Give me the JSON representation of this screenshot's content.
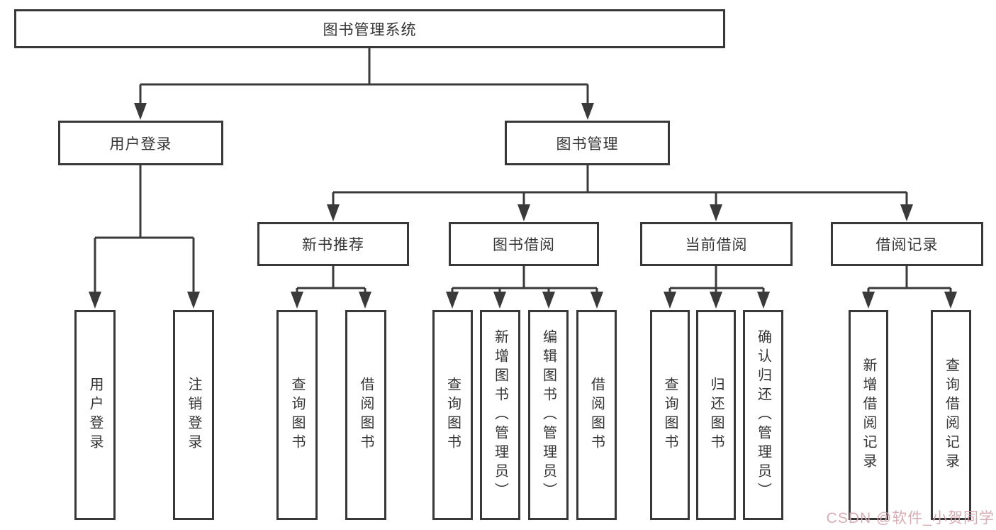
{
  "nodes": {
    "root": {
      "label": "图书管理系统"
    },
    "login": {
      "label": "用户登录",
      "children": {
        "user_login": "用户登录",
        "logout": "注销登录"
      }
    },
    "manage": {
      "label": "图书管理"
    },
    "new_book": {
      "label": "新书推荐",
      "children": {
        "query": "查询图书",
        "borrow": "借阅图书"
      }
    },
    "book_borrow": {
      "label": "图书借阅",
      "children": {
        "query": "查询图书",
        "add": "新增图书（管理员）",
        "edit": "编辑图书（管理员）",
        "borrow": "借阅图书"
      }
    },
    "current_borrow": {
      "label": "当前借阅",
      "children": {
        "query": "查询图书",
        "return": "归还图书",
        "confirm": "确认归还（管理员）"
      }
    },
    "borrow_records": {
      "label": "借阅记录",
      "children": {
        "add": "新增借阅记录",
        "query": "查询借阅记录"
      }
    }
  },
  "watermark": {
    "text": "CSDN @软件_小贺同学"
  },
  "colors": {
    "line": "#3a3a3a",
    "text": "#333333",
    "watermark_pink": "#d8a8af"
  }
}
